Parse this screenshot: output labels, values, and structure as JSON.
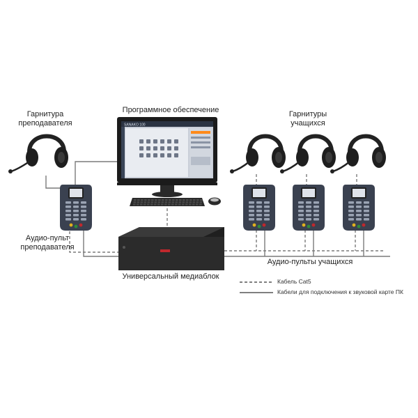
{
  "labels": {
    "teacher_headset": [
      "Гарнитура",
      "преподавателя"
    ],
    "software": "Программное обеспечение",
    "student_headsets": [
      "Гарнитуры",
      "учащихся"
    ],
    "teacher_console": [
      "Аудио-пульт",
      "преподавателя"
    ],
    "student_consoles": "Аудио-пульты учащихся",
    "media_block": "Универсальный медиаблок"
  },
  "legend": {
    "cat5": "Кабель Cat5",
    "sound_card": "Кабели для подключения к звуковой карте ПК"
  },
  "monitor": {
    "app_title": "SANAKO 100",
    "tile_count": 18
  },
  "colors": {
    "line": "#7a7a7a",
    "device_body": "#3a4150",
    "screen_bg": "#dfe3ea",
    "media_block": "#333333",
    "brand_red": "#c0282d"
  }
}
